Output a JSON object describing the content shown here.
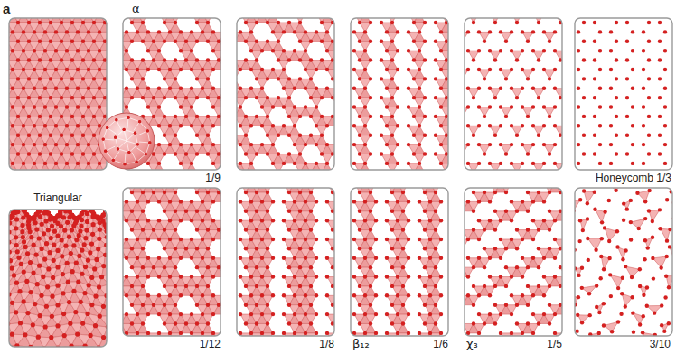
{
  "diagram": {
    "labels": [
      "a",
      "α",
      "1/9",
      "Honeycomb 1/3",
      "Triangular",
      "1/12",
      "1/8",
      "β₁₂",
      "1/6",
      "χ₃",
      "1/5",
      "3/10"
    ]
  }
}
